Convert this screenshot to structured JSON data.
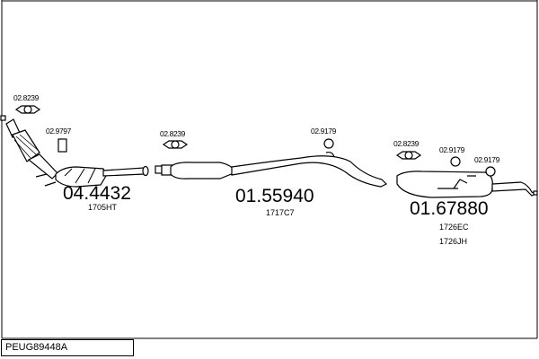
{
  "parts": [
    {
      "number": "04.4432",
      "refs": [
        "1705HT"
      ]
    },
    {
      "number": "01.55940",
      "refs": [
        "1717C7"
      ]
    },
    {
      "number": "01.67880",
      "refs": [
        "1726EC",
        "1726JH"
      ]
    }
  ],
  "accessories": {
    "clamp_1": "02.8239",
    "gasket_1": "02.9797",
    "clamp_2": "02.8239",
    "rubber_1": "02.9179",
    "clamp_3": "02.8239",
    "rubber_2": "02.9179",
    "rubber_3": "02.9179"
  },
  "reference": "PEUG89448A"
}
